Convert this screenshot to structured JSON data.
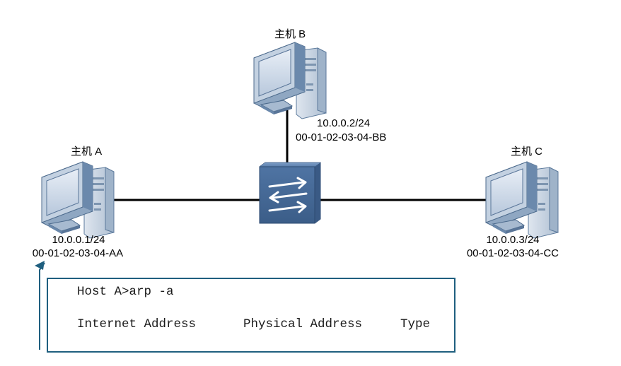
{
  "hosts": {
    "a": {
      "name": "主机 A",
      "ip": "10.0.0.1/24",
      "mac": "00-01-02-03-04-AA"
    },
    "b": {
      "name": "主机 B",
      "ip": "10.0.0.2/24",
      "mac": "00-01-02-03-04-BB"
    },
    "c": {
      "name": "主机 C",
      "ip": "10.0.0.3/24",
      "mac": "00-01-02-03-04-CC"
    }
  },
  "switch": {
    "icon": "switch-icon"
  },
  "terminal": {
    "command": "Host A>arp -a",
    "headers": [
      "Internet Address",
      "Physical Address",
      "Type"
    ]
  },
  "colors": {
    "link": "#000000",
    "callout": "#1f5f7f",
    "pc_light": "#b9c9db",
    "pc_dark": "#5a7fa6",
    "switch_body": "#4f73a0"
  }
}
